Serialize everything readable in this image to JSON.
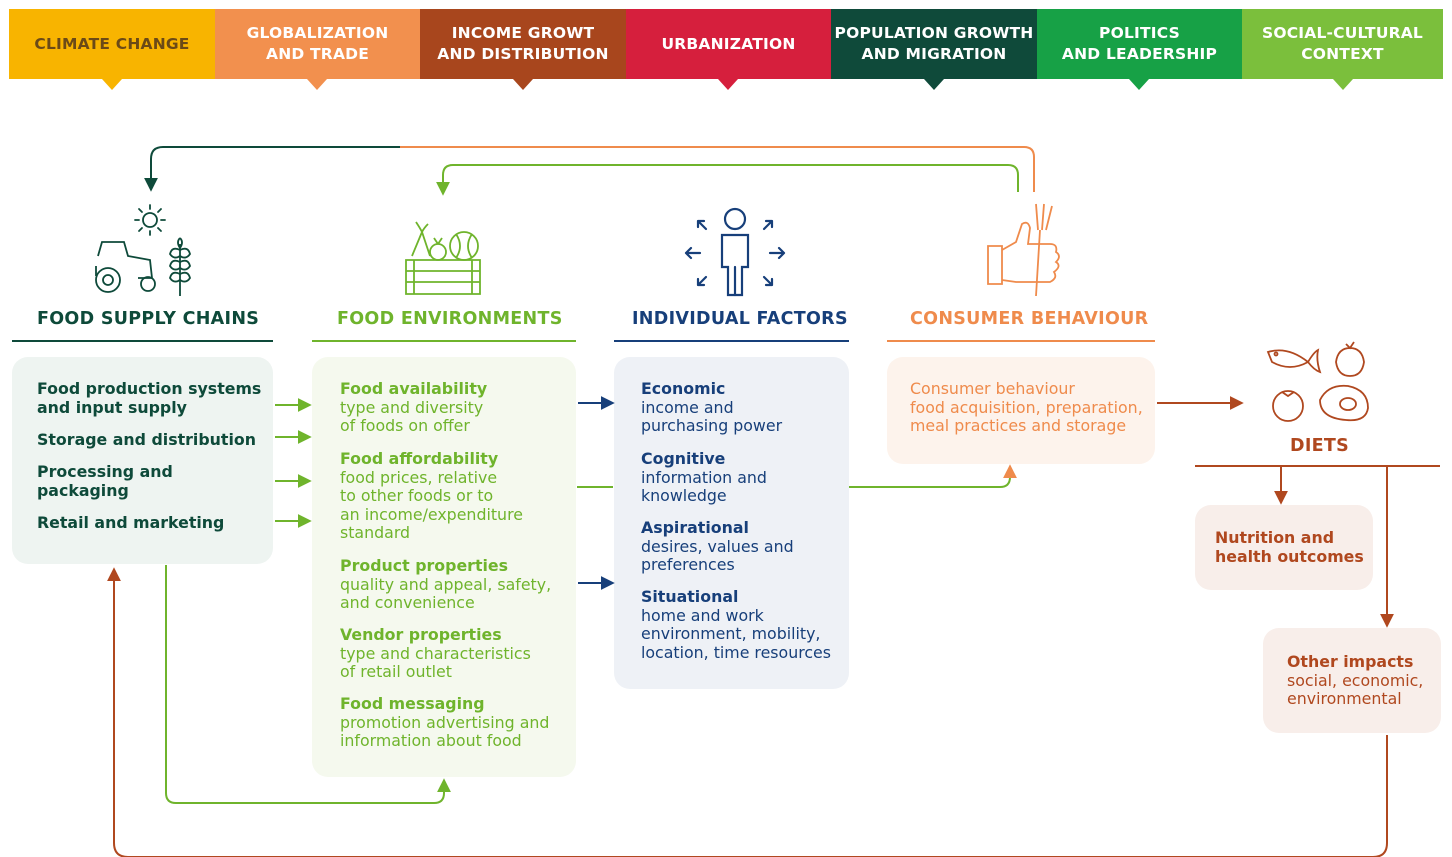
{
  "banners": [
    {
      "label": "CLIMATE CHANGE",
      "bg": "#f8b400",
      "fg": "#6b4a17"
    },
    {
      "label": "GLOBALIZATION\nAND TRADE",
      "bg": "#f2904e",
      "fg": "#ffffff"
    },
    {
      "label": "INCOME GROWT\nAND DISTRIBUTION",
      "bg": "#a8461d",
      "fg": "#ffffff"
    },
    {
      "label": "URBANIZATION",
      "bg": "#d61f3d",
      "fg": "#ffffff"
    },
    {
      "label": "POPULATION GROWTH\nAND MIGRATION",
      "bg": "#0f4a3a",
      "fg": "#ffffff"
    },
    {
      "label": "POLITICS\nAND LEADERSHIP",
      "bg": "#17a146",
      "fg": "#ffffff"
    },
    {
      "label": "SOCIAL-CULTURAL\nCONTEXT",
      "bg": "#7bbf3c",
      "fg": "#ffffff"
    }
  ],
  "columns": {
    "supply": {
      "title": "FOOD SUPPLY CHAINS",
      "color": "#0e4a3a",
      "items": [
        "Food production systems\nand input supply",
        "Storage and distribution",
        "Processing and\npackaging",
        "Retail and marketing"
      ]
    },
    "environments": {
      "title": "FOOD ENVIRONMENTS",
      "color": "#6fb42c",
      "items": [
        {
          "heading": "Food availability",
          "text": "type and diversity\nof foods on offer"
        },
        {
          "heading": "Food affordability",
          "text": "food prices, relative\nto other foods or to\nan income/expenditure\nstandard"
        },
        {
          "heading": "Product properties",
          "text": "quality and appeal, safety,\nand convenience"
        },
        {
          "heading": "Vendor properties",
          "text": "type and characteristics\nof retail outlet"
        },
        {
          "heading": "Food messaging",
          "text": "promotion advertising and\ninformation about food"
        }
      ]
    },
    "individual": {
      "title": "INDIVIDUAL FACTORS",
      "color": "#173f7a",
      "items": [
        {
          "heading": "Economic",
          "text": "income and\npurchasing power"
        },
        {
          "heading": "Cognitive",
          "text": "information and\nknowledge"
        },
        {
          "heading": "Aspirational",
          "text": "desires, values and\npreferences"
        },
        {
          "heading": "Situational",
          "text": "home and work\nenvironment, mobility,\nlocation, time resources"
        }
      ]
    },
    "consumer": {
      "title": "CONSUMER BEHAVIOUR",
      "color": "#ef8b4c",
      "heading": "Consumer behaviour",
      "text": "food acquisition, preparation,\nmeal practices and storage"
    },
    "diets": {
      "title": "DIETS",
      "color": "#b0481f",
      "nutrition": "Nutrition and\nhealth outcomes",
      "other_heading": "Other impacts",
      "other_text": "social, economic,\nenvironmental"
    }
  },
  "icons": {
    "supply": "tractor-sun-wheat-icon",
    "environments": "vegetable-crate-icon",
    "individual": "person-arrows-icon",
    "consumer": "thumbs-up-fork-icon",
    "diets": "fish-meat-vegetables-icon"
  }
}
